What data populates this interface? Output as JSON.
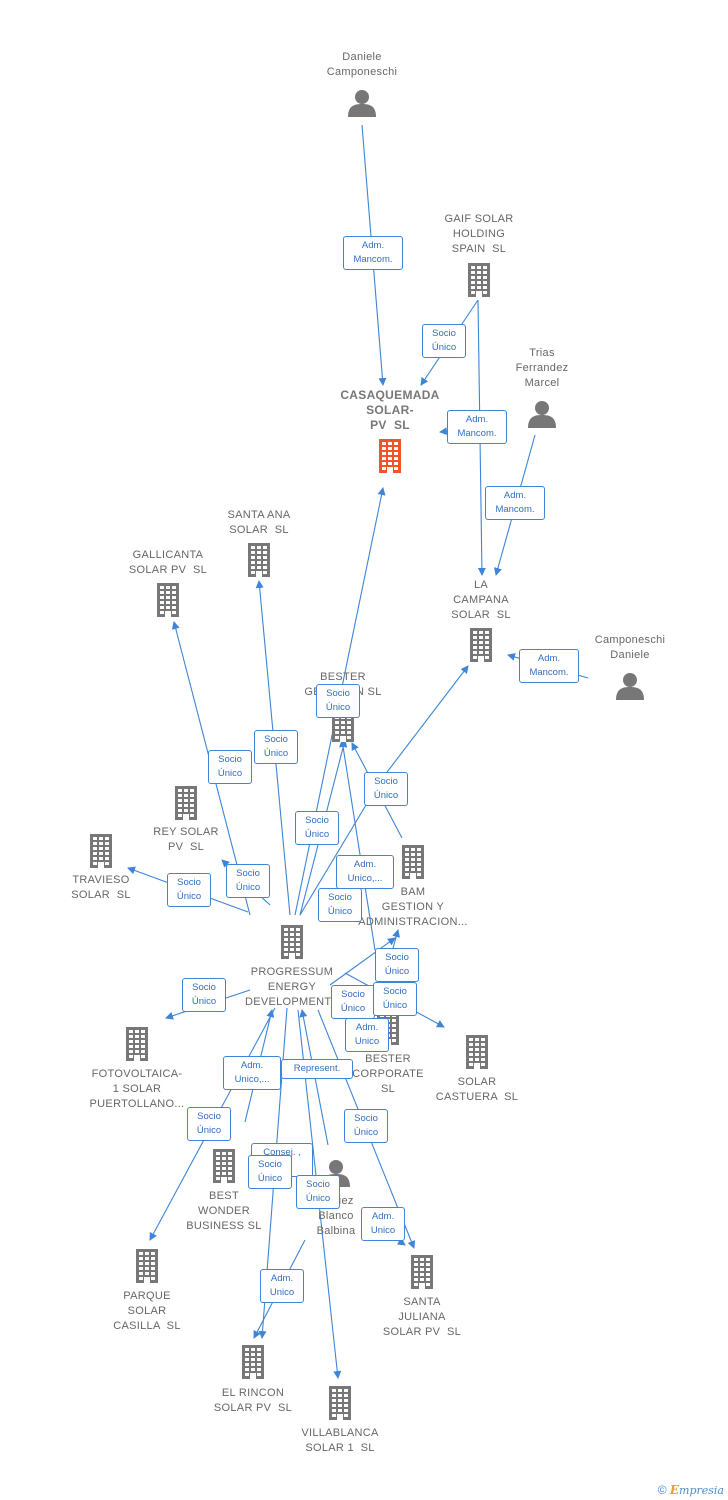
{
  "colors": {
    "edge": "#3d85d6",
    "company": "#777777",
    "focus": "#f0552a",
    "person": "#777777"
  },
  "nodes": [
    {
      "id": "daniele",
      "type": "person",
      "label": "Daniele\nCamponeschi"
    },
    {
      "id": "gaif",
      "type": "company",
      "label": "GAIF SOLAR\nHOLDING\nSPAIN  SL"
    },
    {
      "id": "trias",
      "type": "person",
      "label": "Trias\nFerrandez\nMarcel"
    },
    {
      "id": "casaquemada",
      "type": "focus",
      "label": "CASAQUEMADA\nSOLAR-\nPV  SL"
    },
    {
      "id": "santaana",
      "type": "company",
      "label": "SANTA ANA\nSOLAR  SL"
    },
    {
      "id": "gallicanta",
      "type": "company",
      "label": "GALLICANTA\nSOLAR PV  SL"
    },
    {
      "id": "lacampana",
      "type": "company",
      "label": "LA\nCAMPANA\nSOLAR  SL"
    },
    {
      "id": "campdan",
      "type": "person",
      "label": "Camponeschi\nDaniele"
    },
    {
      "id": "bestergen",
      "type": "company",
      "label": "BESTER\nGEN        N SL"
    },
    {
      "id": "reysolar",
      "type": "company",
      "label": "REY SOLAR\nPV  SL"
    },
    {
      "id": "travieso",
      "type": "company",
      "label": "TRAVIESO\nSOLAR  SL"
    },
    {
      "id": "bam",
      "type": "company",
      "label": "BAM\nGESTION Y\nADMINISTRACION..."
    },
    {
      "id": "progressum",
      "type": "company",
      "label": "PROGRESSUM\nENERGY\nDEVELOPMENTS"
    },
    {
      "id": "fotovoltaica",
      "type": "company",
      "label": "FOTOVOLTAICA-\n1 SOLAR\nPUERTOLLANO..."
    },
    {
      "id": "bestercorp",
      "type": "company",
      "label": "BESTER\nCORPORATE\nSL"
    },
    {
      "id": "castuera",
      "type": "company",
      "label": "SOLAR\nCASTUERA  SL"
    },
    {
      "id": "bestwonder",
      "type": "company",
      "label": "BEST\nWONDER\nBUSINESS SL"
    },
    {
      "id": "balbina",
      "type": "person",
      "label": "     uez\nBlanco\nBalbina"
    },
    {
      "id": "parque",
      "type": "company",
      "label": "PARQUE\nSOLAR\nCASILLA  SL"
    },
    {
      "id": "santajuliana",
      "type": "company",
      "label": "SANTA\nJULIANA\nSOLAR PV  SL"
    },
    {
      "id": "elrincon",
      "type": "company",
      "label": "EL RINCON\nSOLAR PV  SL"
    },
    {
      "id": "villablanca",
      "type": "company",
      "label": "VILLABLANCA\nSOLAR 1  SL"
    }
  ],
  "edge_labels": [
    {
      "id": "e1",
      "text": "Adm.\nMancom."
    },
    {
      "id": "e2",
      "text": "Socio\nÚnico"
    },
    {
      "id": "e3",
      "text": "Adm.\nMancom."
    },
    {
      "id": "e4",
      "text": "Adm.\nMancom."
    },
    {
      "id": "e5",
      "text": "Adm.\nMancom."
    },
    {
      "id": "e6",
      "text": "Socio\nÚnico"
    },
    {
      "id": "e7",
      "text": "Socio\nÚnico"
    },
    {
      "id": "e8",
      "text": "Socio\nÚnico"
    },
    {
      "id": "e9",
      "text": "Socio\nÚnico"
    },
    {
      "id": "e10",
      "text": "Socio\nÚnico"
    },
    {
      "id": "e11",
      "text": "Socio\nÚnico"
    },
    {
      "id": "e12",
      "text": "Socio\nÚnico"
    },
    {
      "id": "e13",
      "text": "Adm.\nUnico,..."
    },
    {
      "id": "e14",
      "text": "Socio\nÚnico"
    },
    {
      "id": "e15",
      "text": "Socio\nÚnico"
    },
    {
      "id": "e16",
      "text": "Socio\nÚnico"
    },
    {
      "id": "e17",
      "text": "Socio\nÚnico"
    },
    {
      "id": "e18",
      "text": "Socio\nÚnico"
    },
    {
      "id": "e19",
      "text": "Adm.\nUnico"
    },
    {
      "id": "e20",
      "text": "Adm.\nUnico,..."
    },
    {
      "id": "e21",
      "text": "Represent."
    },
    {
      "id": "e22",
      "text": "Socio\nÚnico"
    },
    {
      "id": "e23",
      "text": "Socio\nÚnico"
    },
    {
      "id": "e24",
      "text": "Consej. ,\n...."
    },
    {
      "id": "e25",
      "text": "Socio\nÚnico"
    },
    {
      "id": "e26",
      "text": "Socio\nÚnico"
    },
    {
      "id": "e27",
      "text": "Adm.\nUnico"
    },
    {
      "id": "e28",
      "text": "Adm.\nUnico"
    }
  ],
  "footer": {
    "copyright": "©",
    "brand_e": "E",
    "brand_rest": "mpresia"
  }
}
